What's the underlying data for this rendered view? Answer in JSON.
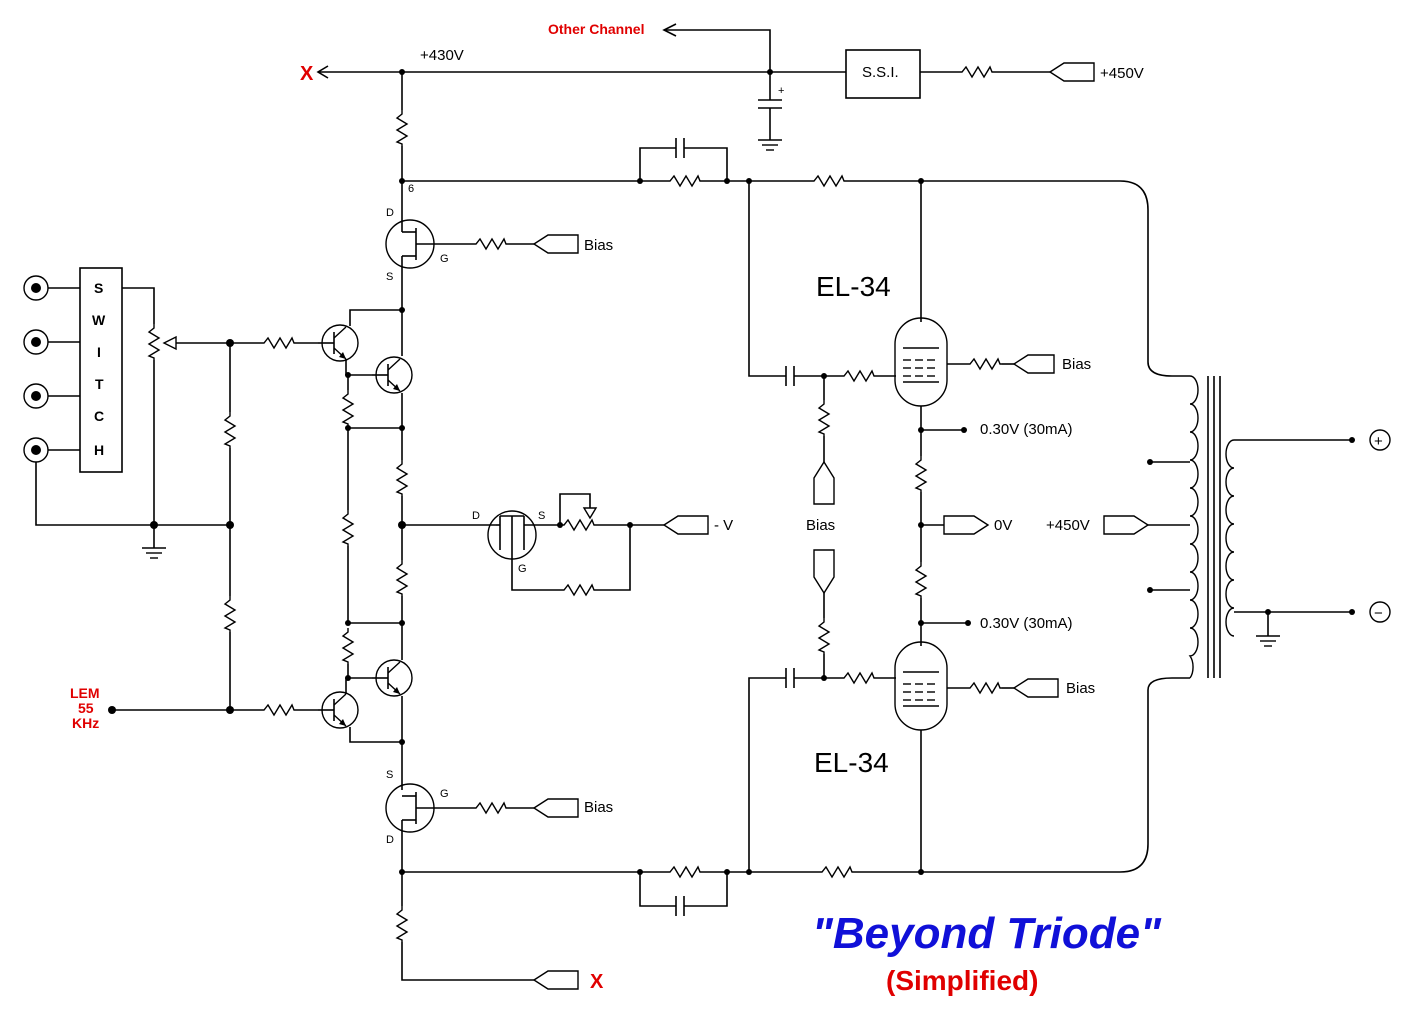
{
  "labels": {
    "other_channel": "Other Channel",
    "x_top": "X",
    "x_bottom": "X",
    "v430": "+430V",
    "v450_supply": "+450V",
    "ssi": "S.S.I.",
    "bias_mosfet_top": "Bias",
    "bias_mosfet_bottom": "Bias",
    "bias_tube_top": "Bias",
    "bias_tube_bottom": "Bias",
    "bias_center": "Bias",
    "neg_v": "- V",
    "zero_v": "0V",
    "v450_ct": "+450V",
    "meter_top": "0.30V (30mA)",
    "meter_bottom": "0.30V (30mA)",
    "tube_top": "EL-34",
    "tube_bottom": "EL-34",
    "lem_1": "LEM",
    "lem_2": "55",
    "lem_3": "KHz",
    "switch_letters": [
      "S",
      "W",
      "I",
      "T",
      "C",
      "H"
    ],
    "pin_d_top": "D",
    "pin_s_top": "S",
    "pin_g_top": "G",
    "pin_6": "6",
    "pin_d_jfet": "D",
    "pin_s_jfet": "S",
    "pin_g_jfet": "G",
    "pin_s_bottom": "S",
    "pin_g_bottom": "G",
    "pin_d_bottom": "D",
    "cap_plus": "+",
    "out_plus": "+",
    "out_minus": "−"
  },
  "title": "\"Beyond Triode\"",
  "subtitle": "(Simplified)",
  "colors": {
    "wire": "#000000",
    "red": "#e00000",
    "title_blue": "#1010d8"
  }
}
